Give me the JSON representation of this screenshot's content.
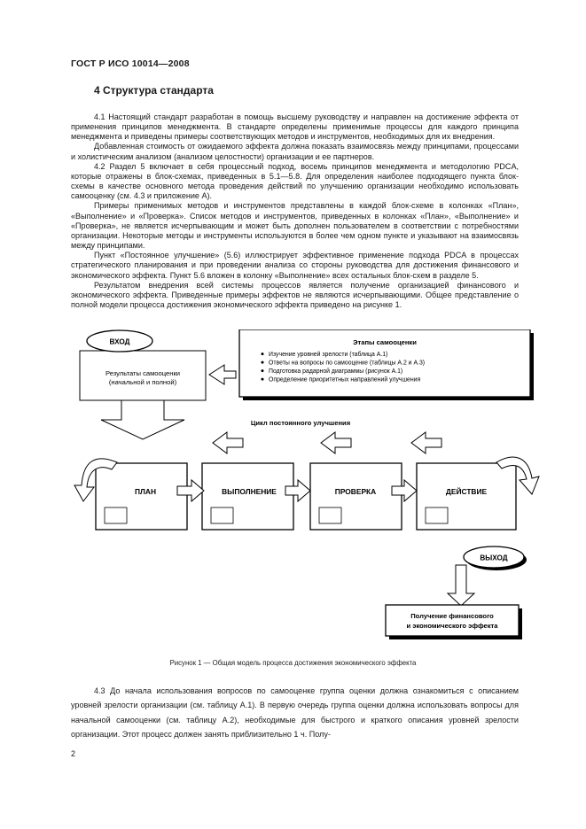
{
  "header": "ГОСТ Р ИСО 10014—2008",
  "section_title": "4  Структура стандарта",
  "paragraphs": [
    "4.1  Настоящий стандарт разработан в помощь высшему руководству и направлен на достижение эффекта от применения принципов менеджмента. В стандарте определены применимые процессы для каждого принципа менеджмента и приведены примеры соответствующих методов и инструментов, необходимых для их внедрения.",
    "Добавленная стоимость от ожидаемого эффекта должна показать взаимосвязь между принципами, процессами и холистическим анализом (анализом целостности) организации и ее партнеров.",
    "4.2  Раздел 5 включает в себя процессный подход, восемь принципов менеджмента и методологию PDCA, которые отражены в блок-схемах, приведенных в 5.1—5.8. Для определения наиболее подходящего пункта блок-схемы в качестве основного метода проведения действий по улучшению организации необходимо использовать самооценку (см. 4.3 и приложение А).",
    "Примеры применимых методов и инструментов представлены в каждой блок-схеме в колонках «План», «Выполнение» и «Проверка». Список методов и инструментов, приведенных в колонках «План», «Выполнение» и «Проверка», не является исчерпывающим и может быть дополнен пользователем в соответствии с потребностями организации. Некоторые методы и инструменты используются в более чем одном пункте и указывают на взаимосвязь между принципами.",
    "Пункт «Постоянное улучшение» (5.6) иллюстрирует эффективное применение подхода PDCA в процессах стратегического планирования и при проведении анализа со стороны руководства для достижения финансового и экономического эффекта. Пункт 5.6 вложен в колонку «Выполнение» всех остальных блок-схем в разделе 5.",
    "Результатом внедрения всей системы процессов является получение организацией финансового и экономического эффекта. Приведенные примеры эффектов не являются исчерпывающими. Общее представление о полной модели процесса достижения экономического эффекта приведено на рисунке 1."
  ],
  "figure": {
    "input_label": "ВХОД",
    "results_line1": "Результаты самооценки",
    "results_line2": "(начальной и полной)",
    "stages_title": "Этапы самооценки",
    "stages_items": [
      "Изучение уровней зрелости (таблица А.1)",
      "Ответы на вопросы по самооценке (таблицы А.2 и А.3)",
      "Подготовка радарной диаграммы (рисунок А.1)",
      "Определение приоритетных направлений улучшения"
    ],
    "cycle_label": "Цикл постоянного улучшения",
    "plan": "ПЛАН",
    "do": "ВЫПОЛНЕНИЕ",
    "check": "ПРОВЕРКА",
    "act": "ДЕЙСТВИЕ",
    "output_label": "ВЫХОД",
    "result_line1": "Получение финансового",
    "result_line2": "и экономического эффекта"
  },
  "caption": "Рисунок 1 — Общая модель процесса достижения экономического эффекта",
  "paragraph_43": "4.3  До начала использования вопросов по самооценке группа оценки должна ознакомиться с описанием уровней зрелости организации (см. таблицу А.1). В первую очередь группа оценки должна использовать вопросы для начальной самооценки (см. таблицу А.2), необходимые для быстрого и краткого описания уровней зрелости организации. Этот процесс должен занять приблизительно 1 ч. Полу-",
  "page_number": "2"
}
